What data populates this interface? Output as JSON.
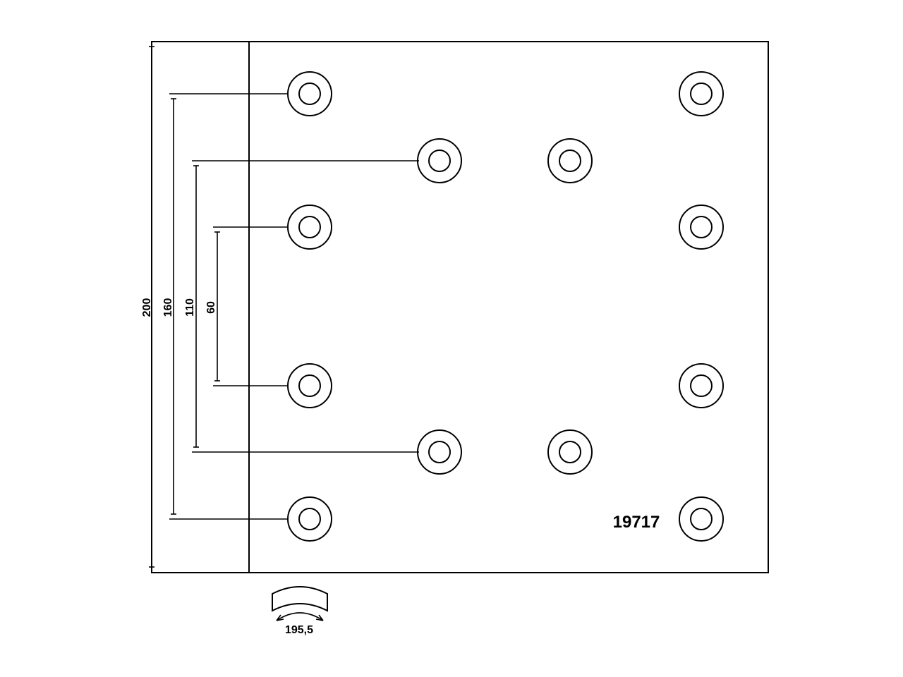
{
  "drawing": {
    "part_number": "19717",
    "dimensions": {
      "overall_height": "200",
      "outer_pitch": "160",
      "middle_pitch": "110",
      "inner_pitch": "60",
      "arc_length": "195,5"
    },
    "colors": {
      "line": "#000000",
      "background": "#ffffff"
    }
  }
}
